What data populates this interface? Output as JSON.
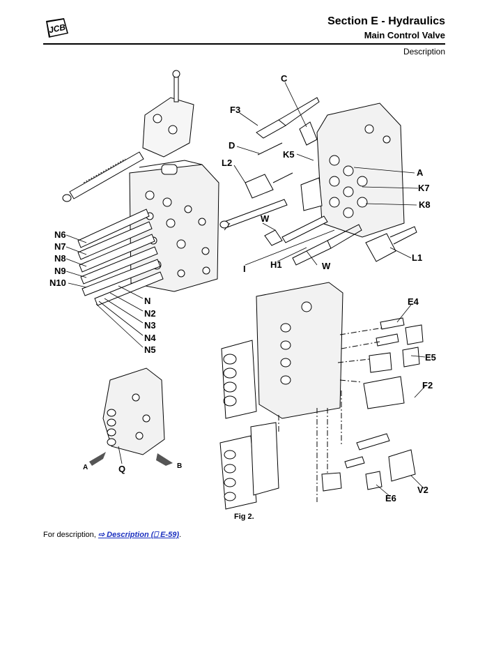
{
  "header": {
    "section_title": "Section E - Hydraulics",
    "subtitle": "Main Control Valve",
    "topic": "Description",
    "logo_text": "JCB"
  },
  "figure": {
    "caption": "Fig 2.",
    "labels": {
      "C": "C",
      "F3": "F3",
      "D": "D",
      "K5": "K5",
      "L2": "L2",
      "A": "A",
      "K7": "K7",
      "K8": "K8",
      "W1": "W",
      "W2": "W",
      "L1": "L1",
      "I": "I",
      "H1": "H1",
      "N6": "N6",
      "N7": "N7",
      "N8": "N8",
      "N9": "N9",
      "N10": "N10",
      "N": "N",
      "N2": "N2",
      "N3": "N3",
      "N4": "N4",
      "N5": "N5",
      "E4": "E4",
      "E5": "E5",
      "F2": "F2",
      "E6": "E6",
      "V2": "V2",
      "Q": "Q",
      "ArrowA": "A",
      "ArrowB": "B"
    }
  },
  "reference": {
    "prefix": "For description, ",
    "arrow": "⇨",
    "link_text": "Description",
    "page_ref": "(",
    "page_icon": "⎕",
    "page_number": "E-59)",
    "suffix": "."
  }
}
